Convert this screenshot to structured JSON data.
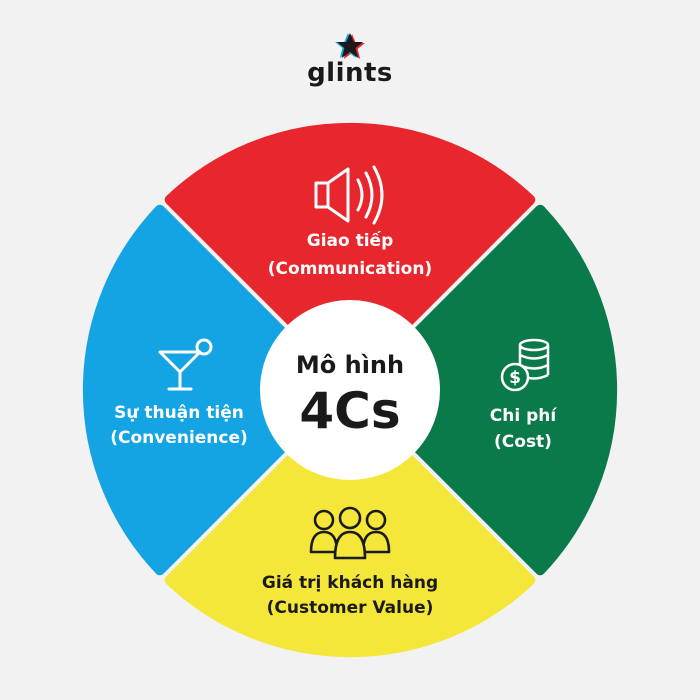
{
  "brand": {
    "name": "glints"
  },
  "center": {
    "line1": "Mô hình",
    "line2": "4Cs"
  },
  "segments": {
    "top": {
      "line1": "Giao tiếp",
      "line2": "(Communication)",
      "color": "#e8262d",
      "icon": "speaker-icon"
    },
    "right": {
      "line1": "Chi phí",
      "line2": "(Cost)",
      "color": "#0a7a4a",
      "icon": "coins-dollar-icon"
    },
    "bottom": {
      "line1": "Giá trị khách hàng",
      "line2": "(Customer Value)",
      "color": "#f5e73a",
      "icon": "people-group-icon"
    },
    "left": {
      "line1": "Sự thuận tiện",
      "line2": "(Convenience)",
      "color": "#14a3e3",
      "icon": "cocktail-icon"
    }
  }
}
